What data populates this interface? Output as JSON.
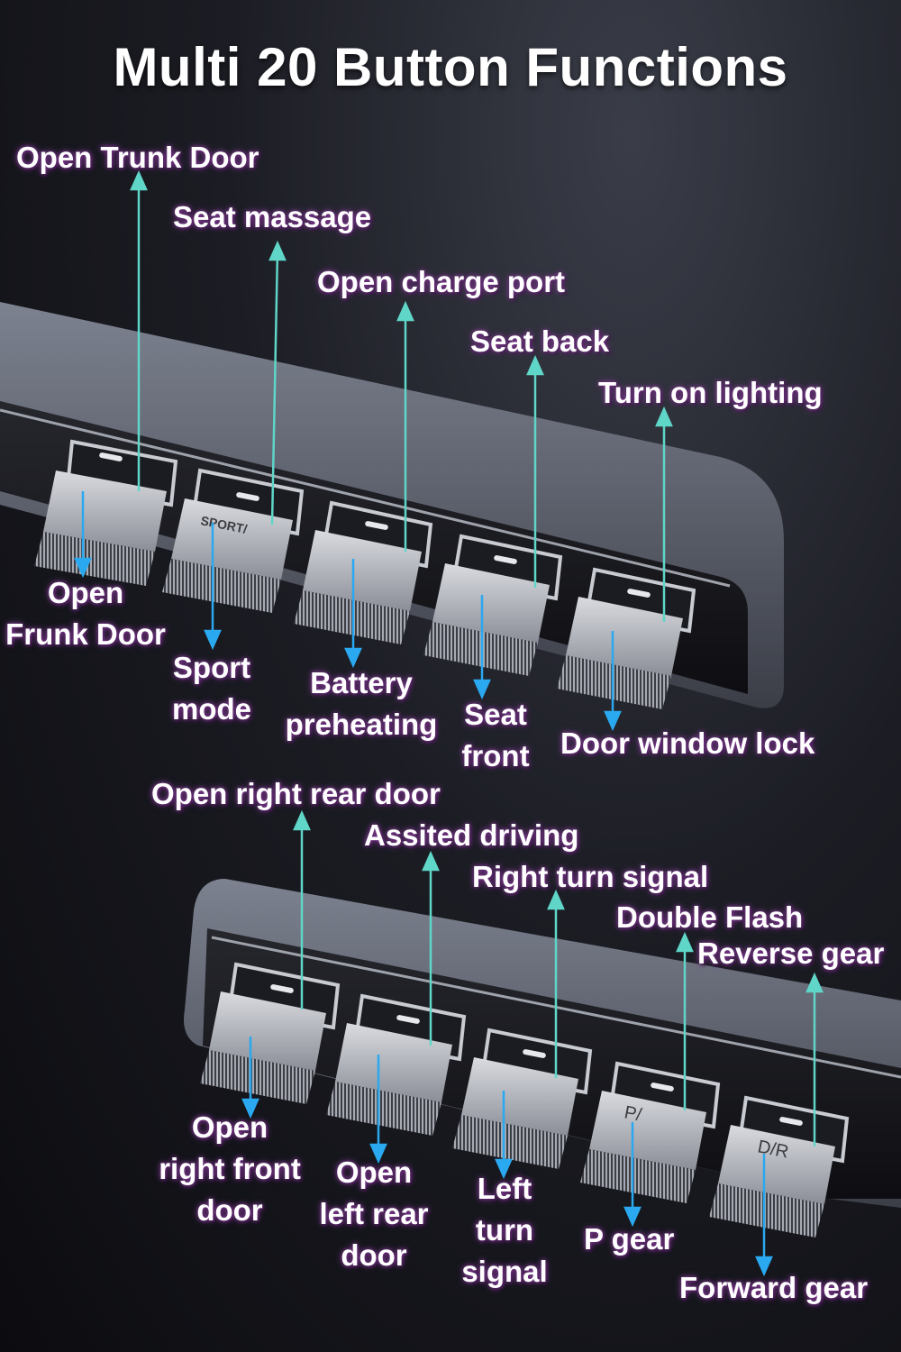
{
  "title": "Multi 20 Button Functions",
  "top_bar": {
    "up_labels": {
      "b1": "Open Trunk Door",
      "b2": "Seat massage",
      "b3": "Open charge port",
      "b4": "Seat back",
      "b5": "Turn on lighting"
    },
    "down_labels": {
      "b1": [
        "Open",
        "Frunk Door"
      ],
      "b2": [
        "Sport",
        "mode"
      ],
      "b3": [
        "Battery",
        "preheating"
      ],
      "b4": [
        "Seat",
        "front"
      ],
      "b5": "Door window lock"
    },
    "key_glyphs": {
      "b2": "SPORT/"
    }
  },
  "bottom_bar": {
    "up_labels": {
      "b1": "Open right rear door",
      "b2": "Assited driving",
      "b3": "Right turn signal",
      "b4": "Double Flash",
      "b5": "Reverse gear"
    },
    "down_labels": {
      "b1": [
        "Open",
        "right front",
        "door"
      ],
      "b2": [
        "Open",
        "left rear",
        "door"
      ],
      "b3": [
        "Left",
        "turn",
        "signal"
      ],
      "b4": "P gear",
      "b5": "Forward gear"
    },
    "key_glyphs": {
      "b4": "P/",
      "b5": "D/R"
    }
  },
  "colors": {
    "arrow_up": "#5fd6c8",
    "arrow_down": "#2aa8f0",
    "label_glow": "#7a3a8c"
  }
}
